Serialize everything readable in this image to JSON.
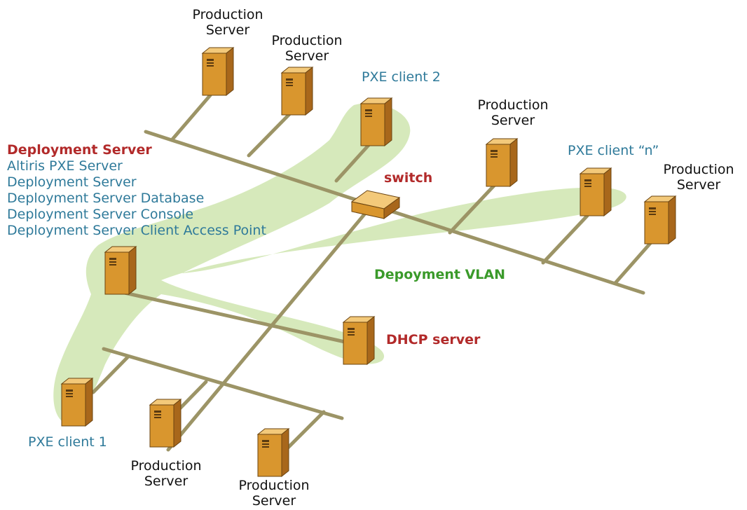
{
  "colors": {
    "background": "#ffffff",
    "vlan_fill": "#d6e9bb",
    "cable": "#9c9466",
    "server_front": "#d9962e",
    "server_side": "#a8671b",
    "server_top": "#f3c97a",
    "label_black": "#111111",
    "label_blue": "#2f7a9a",
    "label_red": "#b22a2a",
    "label_green": "#3a9a2a"
  },
  "labels": {
    "production_server_1": [
      "Production",
      "Server"
    ],
    "production_server_2": [
      "Production",
      "Server"
    ],
    "production_server_3": [
      "Production",
      "Server"
    ],
    "production_server_4": [
      "Production",
      "Server"
    ],
    "production_server_5": [
      "Production",
      "Server"
    ],
    "production_server_6": [
      "Production",
      "Server"
    ],
    "pxe_client_1": "PXE client 1",
    "pxe_client_2": "PXE client 2",
    "pxe_client_n": "PXE client “n”",
    "switch": "switch",
    "dhcp_server": "DHCP server",
    "vlan": "Depoyment VLAN"
  },
  "deployment_server": {
    "title": "Deployment Server",
    "components": [
      "Altiris PXE Server",
      "Deployment Server",
      "Deployment Server Database",
      "Deployment Server Console",
      "Deployment Server Client Access Point"
    ]
  },
  "icons": {
    "server": "server-tower-icon",
    "switch": "network-switch-icon"
  }
}
